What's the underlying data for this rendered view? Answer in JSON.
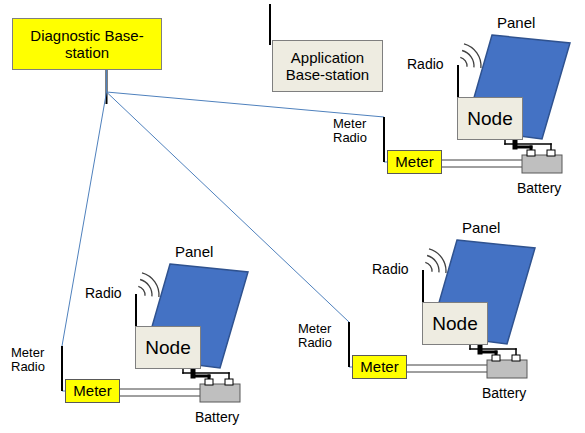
{
  "diagram": {
    "nodes": [
      {
        "text": [
          "Diagnostic Base-station"
        ]
      },
      {
        "text": [
          "Application Base-station"
        ]
      },
      {
        "text": [
          "Node"
        ]
      },
      {
        "text": [
          "Meter"
        ]
      },
      {
        "text": [
          "Node"
        ]
      },
      {
        "text": [
          "Meter"
        ]
      },
      {
        "text": [
          "Node"
        ]
      },
      {
        "text": [
          "Meter"
        ]
      }
    ],
    "edges": [
      {
        "from": 0,
        "to": 3,
        "arrow": "none"
      },
      {
        "from": 0,
        "to": 5,
        "arrow": "none"
      },
      {
        "from": 0,
        "to": 7,
        "arrow": "none"
      }
    ],
    "labels": [
      "Panel",
      "Radio",
      "Meter Radio",
      "Battery",
      "Panel",
      "Radio",
      "Meter Radio",
      "Battery",
      "Panel",
      "Radio",
      "Meter Radio",
      "Battery"
    ]
  }
}
